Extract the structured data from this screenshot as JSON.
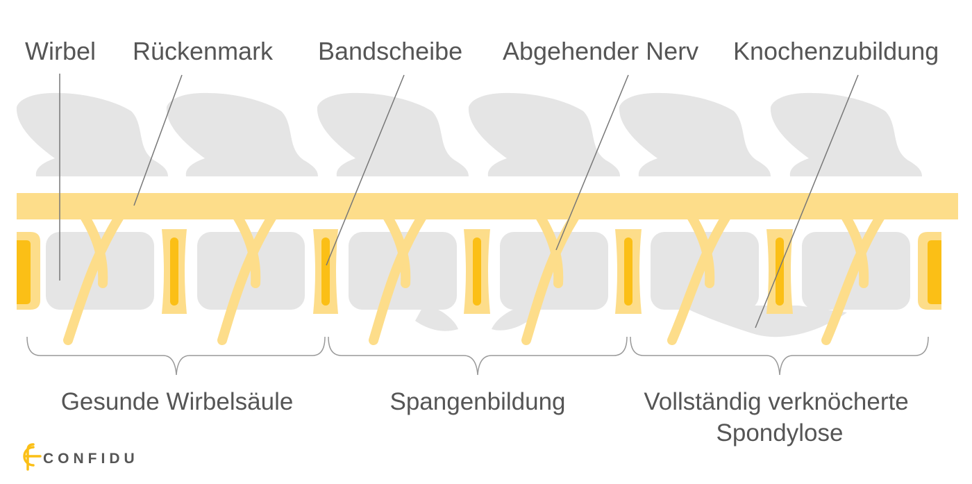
{
  "labels": {
    "vertebra": "Wirbel",
    "spinal_cord": "Rückenmark",
    "disc": "Bandscheibe",
    "nerve": "Abgehender Nerv",
    "bone_growth": "Knochenzubildung"
  },
  "captions": {
    "healthy": "Gesunde Wirbelsäule",
    "bridging": "Spangenbildung",
    "ossified_line1": "Vollständig verknöcherte",
    "ossified_line2": "Spondylose"
  },
  "brand": {
    "name": "CONFIDU"
  },
  "colors": {
    "bone": "#e5e5e5",
    "cord": "#fddd8a",
    "disc_core": "#fbbf16",
    "text": "#555555",
    "leader": "#777777",
    "brace": "#999999",
    "logo": "#fbbf16"
  }
}
